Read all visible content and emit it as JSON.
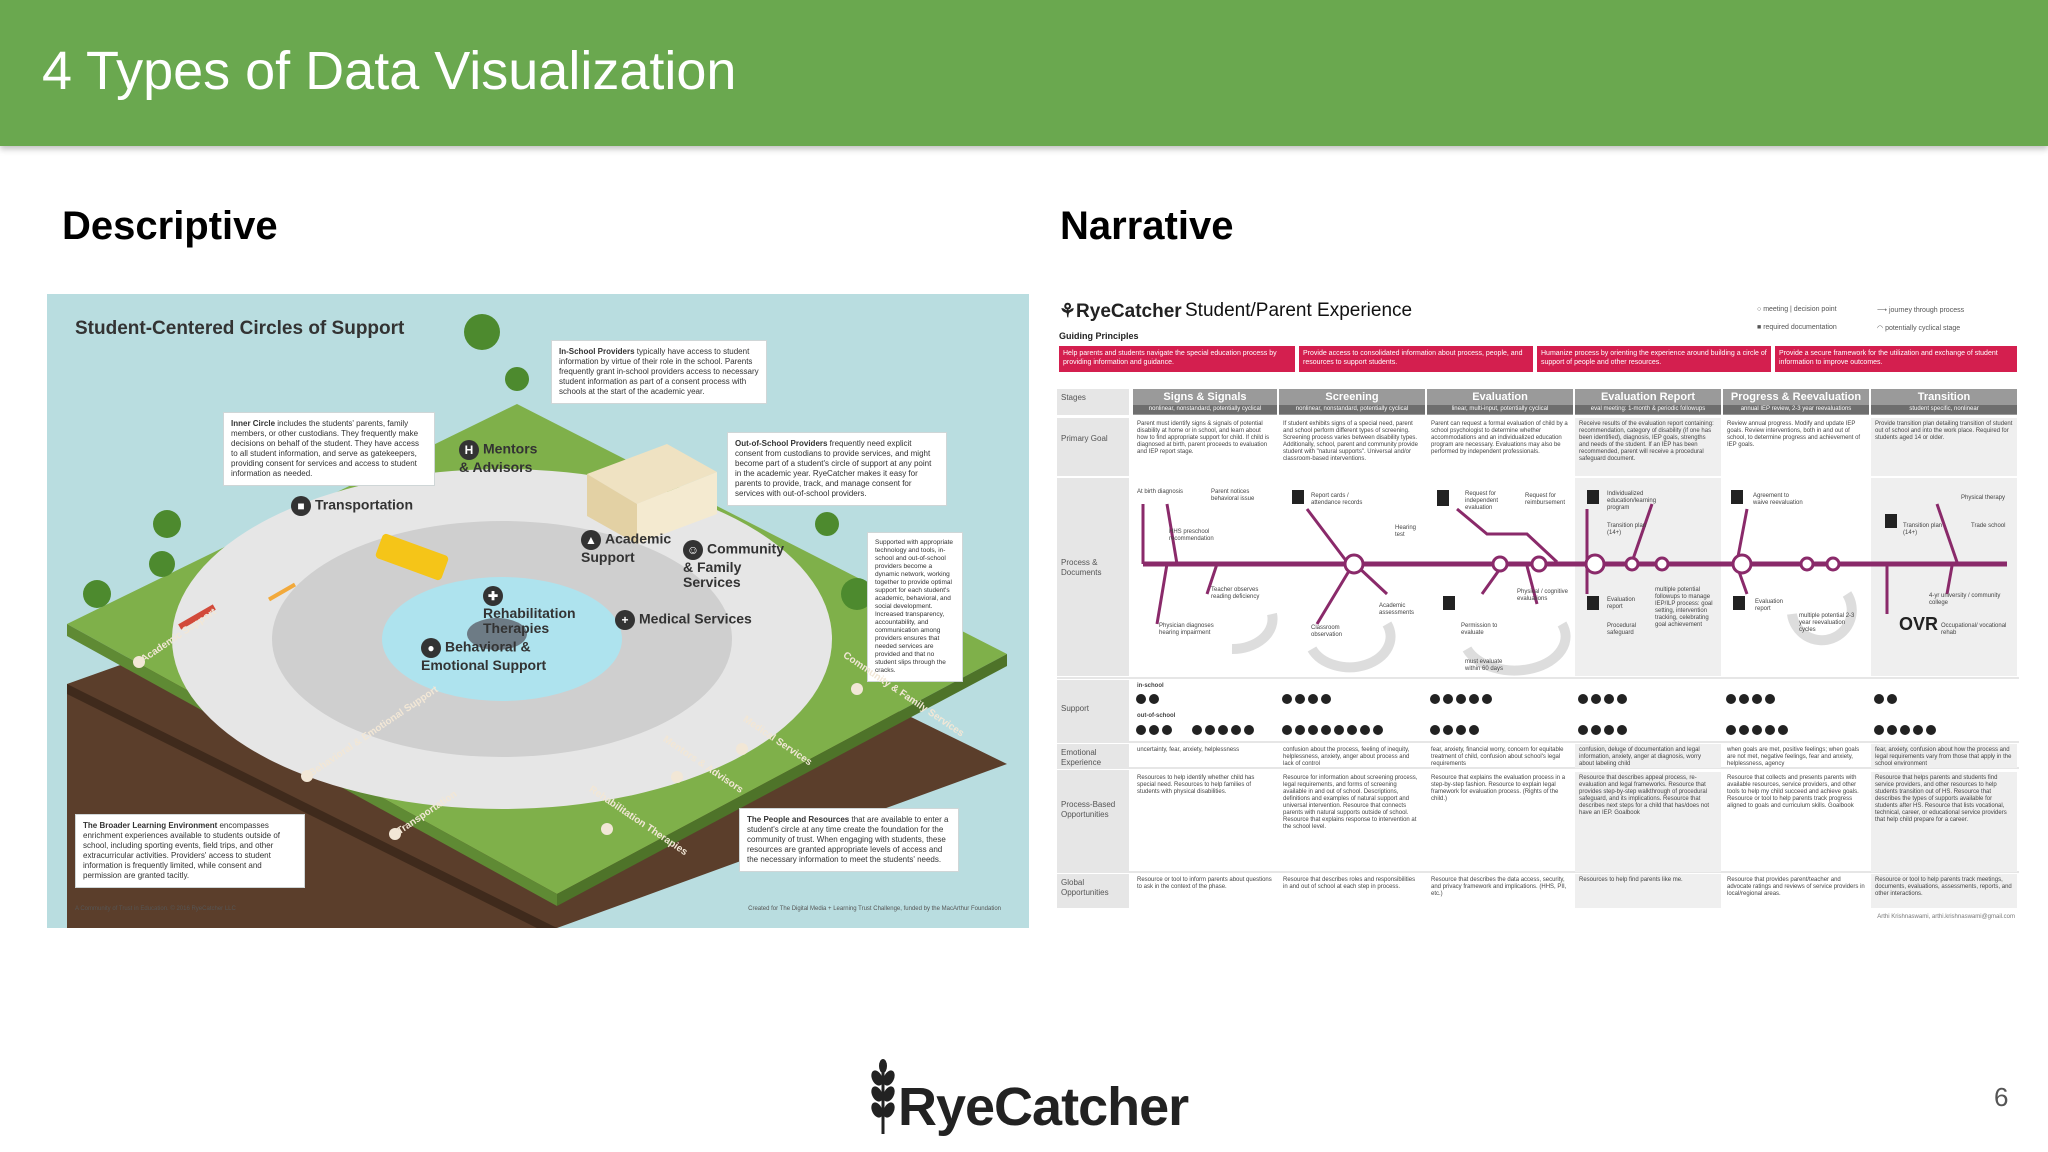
{
  "slide": {
    "title": "4 Types of Data Visualization",
    "page_number": "6",
    "header_color": "#6aa84f"
  },
  "sections": {
    "left": "Descriptive",
    "right": "Narrative"
  },
  "descriptive": {
    "title": "Student-Centered Circles of Support",
    "callouts": {
      "in_school": {
        "bold": "In-School Providers",
        "text": " typically have access to student information by virtue of their role in the school. Parents frequently grant in-school providers access to necessary student information as part of a consent process with schools at the start of the academic year."
      },
      "inner": {
        "bold": "Inner Circle",
        "text": " includes the students' parents, family members, or other custodians. They frequently make decisions on behalf of the student. They have access to all student information, and serve as gatekeepers, providing consent for services and access to student information as needed."
      },
      "out_school": {
        "bold": "Out-of-School Providers",
        "text": " frequently need explicit consent from custodians to provide services, and might become part of a student's circle of support at any point in the academic year. RyeCatcher makes it easy for parents to provide, track, and manage consent for services with out-of-school providers."
      },
      "tech": {
        "bold": "",
        "text": "Supported with appropriate technology and tools, in-school and out-of-school providers become a dynamic network, working together to provide optimal support for each student's academic, behavioral, and social development. Increased transparency, accountability, and communication among providers ensures that needed services are provided and that no student slips through the cracks."
      },
      "broader": {
        "bold": "The Broader Learning Environment",
        "text": " encompasses enrichment experiences available to students outside of school, including sporting events, field trips, and other extracurricular activities. Providers' access to student information is frequently limited, while consent and permission are granted tacitly."
      },
      "people": {
        "bold": "The People and Resources",
        "text": " that are available to enter a student's circle at any time create the foundation for the community of trust. When engaging with students, these resources are granted appropriate levels of access and the necessary information to meet the students' needs."
      }
    },
    "ring_labels": {
      "mentors": "Mentors & Advisors",
      "transportation": "Transportation",
      "academic": "Academic Support",
      "community": "Community & Family Services",
      "rehab": "Rehabilitation Therapies",
      "medical": "Medical Services",
      "behavioral": "Behavioral & Emotional Support"
    },
    "base_labels": {
      "academic": "Academic Support",
      "behavioral": "Behavioral & Emotional Support",
      "transport": "Transportation",
      "community": "Community & Family Services",
      "medical": "Medical Services",
      "mentors": "Mentors & Advisors",
      "rehab": "Rehabilitation Therapies"
    },
    "foot_left": "A Community of Trust in Education. © 2016 RyeCatcher LLC",
    "foot_right": "Created for The Digital Media + Learning Trust Challenge, funded by the MacArthur Foundation",
    "colors": {
      "ground": "#b9dde0",
      "grass": "#7fb04a",
      "base": "#5b3e2b",
      "ring": "#c9c9c9"
    }
  },
  "narrative": {
    "brand": "RyeCatcher",
    "title": "Student/Parent Experience",
    "guiding": "Guiding Principles",
    "legend": [
      "meeting | decision point",
      "journey through process",
      "required documentation",
      "potentially cyclical stage"
    ],
    "principles": [
      "Help parents and students navigate the special education process by providing information and guidance.",
      "Provide access to consolidated information about process, people, and resources to support students.",
      "Humanize process by orienting the experience around building a circle of support of people and other resources.",
      "Provide a secure framework for the utilization and exchange of student information to improve outcomes."
    ],
    "stages": [
      {
        "name": "Signs & Signals",
        "sub": "nonlinear, nonstandard, potentially cyclical"
      },
      {
        "name": "Screening",
        "sub": "nonlinear, nonstandard, potentially cyclical"
      },
      {
        "name": "Evaluation",
        "sub": "linear, multi-input, potentially cyclical"
      },
      {
        "name": "Evaluation Report",
        "sub": "eval meeting: 1-month & periodic followups"
      },
      {
        "name": "Progress & Reevaluation",
        "sub": "annual IEP review, 2-3 year reevaluations"
      },
      {
        "name": "Transition",
        "sub": "student specific, nonlinear"
      }
    ],
    "row_labels": {
      "stages": "Stages",
      "goal": "Primary Goal",
      "process": "Process & Documents",
      "support": "Support",
      "emotional": "Emotional Experience",
      "process_opps": "Process-Based Opportunities",
      "global": "Global Opportunities"
    },
    "goals": [
      "Parent must identify signs & signals of potential disability at home or in school, and learn about how to find appropriate support for child. If child is diagnosed at birth, parent proceeds to evaluation and IEP report stage.",
      "If student exhibits signs of a special need, parent and school perform different types of screening. Screening process varies between disability types. Additionally, school, parent and community provide student with \"natural supports\". Universal and/or classroom-based interventions.",
      "Parent can request a formal evaluation of child by a school psychologist to determine whether accommodations and an individualized education program are necessary. Evaluations may also be performed by independent professionals.",
      "Receive results of the evaluation report containing: recommendation, category of disability (if one has been identified), diagnosis, IEP goals, strengths and needs of the student. If an IEP has been recommended, parent will receive a procedural safeguard document.",
      "Review annual progress. Modify and update IEP goals. Review interventions, both in and out of school, to determine progress and achievement of IEP goals.",
      "Provide transition plan detailing transition of student out of school and into the work place. Required for students aged 14 or older."
    ],
    "process_labels": [
      "At birth diagnosis",
      "Parent notices behavioral issue",
      "HHS preschool recommendation",
      "Teacher observes reading deficiency",
      "Physician diagnoses hearing impairment",
      "Report cards / attendance records",
      "Hearing test",
      "Classroom observation",
      "Academic assessments",
      "Request for independent evaluation",
      "Request for reimbursement",
      "Physical / cognitive evaluations",
      "Permission to evaluate",
      "must evaluate within 60 days",
      "Individualized education/learning program",
      "Transition plan (14+)",
      "Evaluation report",
      "Procedural safeguard",
      "multiple potential followups to manage IEP/ILP process: goal setting, intervention tracking, celebrating goal achievement",
      "Agreement to waive reevaluation",
      "Evaluation report",
      "multiple potential 2-3 year reevaluation cycles",
      "Physical therapy",
      "Trade school",
      "Transition plan (14+)",
      "4-yr university / community college",
      "Occupational/ vocational rehab"
    ],
    "support_in": "in-school",
    "support_out": "out-of-school",
    "emotional": [
      "uncertainty, fear, anxiety, helplessness",
      "confusion about the process, feeling of inequity, helplessness, anxiety, anger about process and lack of control",
      "fear, anxiety, financial worry, concern for equitable treatment of child, confusion about school's legal requirements",
      "confusion, deluge of documentation and legal information, anxiety, anger at diagnosis, worry about labeling child",
      "when goals are met, positive feelings; when goals are not met, negative feelings, fear and anxiety, helplessness, agency",
      "fear, anxiety, confusion about how the process and legal requirements vary from those that apply in the school environment"
    ],
    "opps": [
      "Resources to help identify whether child has special need. Resources to help families of students with physical disabilities.",
      "Resource for information about screening process, legal requirements, and forms of screening available in and out of school. Descriptions, definitions and examples of natural support and universal intervention. Resource that connects parents with natural supports outside of school. Resource that explains response to intervention at the school level.",
      "Resource that explains the evaluation process in a step-by-step fashion. Resource to explain legal framework for evaluation process. (Rights of the child.)",
      "Resource that describes appeal process, re-evaluation and legal frameworks. Resource that provides step-by-step walkthrough of procedural safeguard, and its implications. Resource that describes next steps for a child that has/does not have an IEP. Goalbook",
      "Resource that collects and presents parents with available resources, service providers, and other tools to help my child succeed and achieve goals. Resource or tool to help parents track progress aligned to goals and curriculum skills. Goalbook",
      "Resource that helps parents and students find service providers, and other resources to help students transition out of HS. Resource that describes the types of supports available for students after HS. Resource that lists vocational, technical, career, or educational service providers that help child prepare for a career."
    ],
    "global": [
      "Resource or tool to inform parents about questions to ask in the context of the phase.",
      "Resource that describes roles and responsibilities in and out of school at each step in process.",
      "Resource that describes the data access, security, and privacy framework and implications. (HHS, PII, etc.)",
      "Resources to help find parents like me.",
      "Resource that provides parent/teacher and advocate ratings and reviews of service providers in local/regional areas.",
      "Resource or tool to help parents track meetings, documents, evaluations, assessments, reports, and other interactions."
    ],
    "foot": "Arthi Krishnaswami, arthi.krishnaswami@gmail.com",
    "colors": {
      "accent": "#d41f4f",
      "journey": "#8a2a6a",
      "stage_head": "#9a9a9a"
    }
  },
  "footer": {
    "logo_text": "RyeCatcher",
    "logo_icon": "wheat-icon"
  }
}
